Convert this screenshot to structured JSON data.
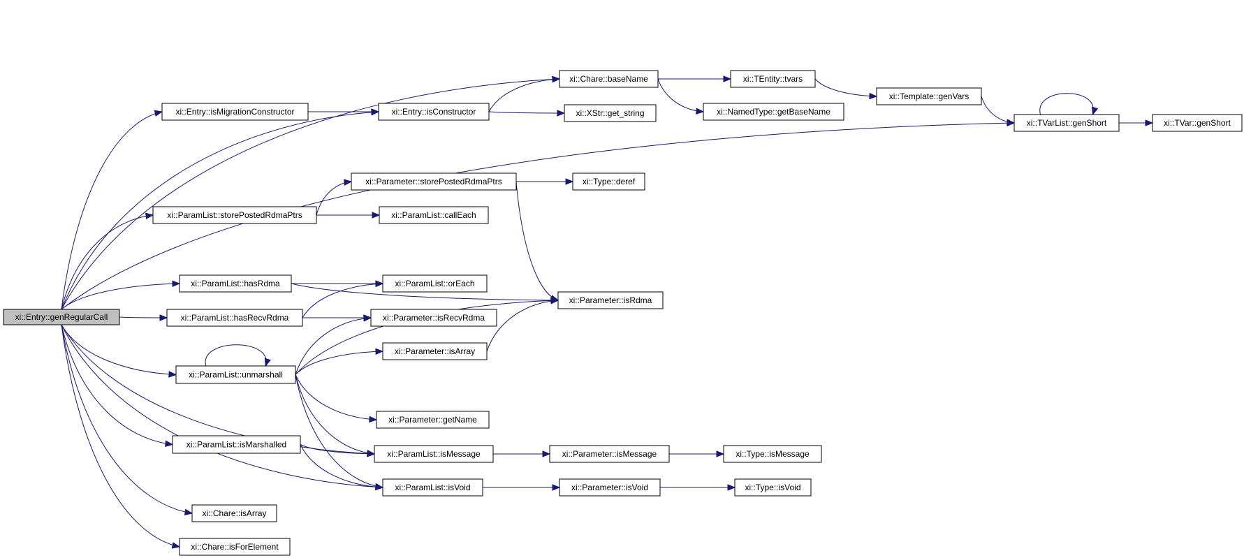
{
  "nodes": [
    {
      "id": "genRegularCall",
      "label": "xi::Entry::genRegularCall"
    },
    {
      "id": "isMigrationConstructor",
      "label": "xi::Entry::isMigrationConstructor"
    },
    {
      "id": "isConstructor",
      "label": "xi::Entry::isConstructor"
    },
    {
      "id": "charebaseName",
      "label": "xi::Chare::baseName"
    },
    {
      "id": "tvars",
      "label": "xi::TEntity::tvars"
    },
    {
      "id": "getBaseName",
      "label": "xi::NamedType::getBaseName"
    },
    {
      "id": "get_string",
      "label": "xi::XStr::get_string"
    },
    {
      "id": "genVars",
      "label": "xi::Template::genVars"
    },
    {
      "id": "tvarlistGenShort",
      "label": "xi::TVarList::genShort"
    },
    {
      "id": "tvarGenShort",
      "label": "xi::TVar::genShort"
    },
    {
      "id": "paramStorePosted",
      "label": "xi::Parameter::storePostedRdmaPtrs"
    },
    {
      "id": "deref",
      "label": "xi::Type::deref"
    },
    {
      "id": "listStorePosted",
      "label": "xi::ParamList::storePostedRdmaPtrs"
    },
    {
      "id": "callEach",
      "label": "xi::ParamList::callEach"
    },
    {
      "id": "hasRdma",
      "label": "xi::ParamList::hasRdma"
    },
    {
      "id": "orEach",
      "label": "xi::ParamList::orEach"
    },
    {
      "id": "isRdma",
      "label": "xi::Parameter::isRdma"
    },
    {
      "id": "hasRecvRdma",
      "label": "xi::ParamList::hasRecvRdma"
    },
    {
      "id": "isRecvRdma",
      "label": "xi::Parameter::isRecvRdma"
    },
    {
      "id": "paramIsArray",
      "label": "xi::Parameter::isArray"
    },
    {
      "id": "unmarshall",
      "label": "xi::ParamList::unmarshall"
    },
    {
      "id": "getName",
      "label": "xi::Parameter::getName"
    },
    {
      "id": "isMarshalled",
      "label": "xi::ParamList::isMarshalled"
    },
    {
      "id": "listIsMessage",
      "label": "xi::ParamList::isMessage"
    },
    {
      "id": "paramIsMessage",
      "label": "xi::Parameter::isMessage"
    },
    {
      "id": "typeIsMessage",
      "label": "xi::Type::isMessage"
    },
    {
      "id": "listIsVoid",
      "label": "xi::ParamList::isVoid"
    },
    {
      "id": "paramIsVoid",
      "label": "xi::Parameter::isVoid"
    },
    {
      "id": "typeIsVoid",
      "label": "xi::Type::isVoid"
    },
    {
      "id": "chareIsArray",
      "label": "xi::Chare::isArray"
    },
    {
      "id": "isForElement",
      "label": "xi::Chare::isForElement"
    }
  ],
  "edges": [
    {
      "from": "genRegularCall",
      "to": "charebaseName"
    },
    {
      "from": "genRegularCall",
      "to": "isMigrationConstructor"
    },
    {
      "from": "genRegularCall",
      "to": "isConstructor"
    },
    {
      "from": "genRegularCall",
      "to": "tvarlistGenShort"
    },
    {
      "from": "genRegularCall",
      "to": "listStorePosted"
    },
    {
      "from": "genRegularCall",
      "to": "hasRdma"
    },
    {
      "from": "genRegularCall",
      "to": "hasRecvRdma"
    },
    {
      "from": "genRegularCall",
      "to": "unmarshall"
    },
    {
      "from": "genRegularCall",
      "to": "listIsMessage"
    },
    {
      "from": "genRegularCall",
      "to": "isMarshalled"
    },
    {
      "from": "genRegularCall",
      "to": "listIsVoid"
    },
    {
      "from": "genRegularCall",
      "to": "chareIsArray"
    },
    {
      "from": "genRegularCall",
      "to": "isForElement"
    },
    {
      "from": "isMigrationConstructor",
      "to": "isConstructor"
    },
    {
      "from": "isConstructor",
      "to": "charebaseName"
    },
    {
      "from": "isConstructor",
      "to": "get_string"
    },
    {
      "from": "charebaseName",
      "to": "tvars"
    },
    {
      "from": "charebaseName",
      "to": "getBaseName"
    },
    {
      "from": "tvars",
      "to": "genVars"
    },
    {
      "from": "genVars",
      "to": "tvarlistGenShort"
    },
    {
      "from": "tvarlistGenShort",
      "to": "tvarlistGenShort"
    },
    {
      "from": "tvarlistGenShort",
      "to": "tvarGenShort"
    },
    {
      "from": "listStorePosted",
      "to": "paramStorePosted"
    },
    {
      "from": "listStorePosted",
      "to": "callEach"
    },
    {
      "from": "paramStorePosted",
      "to": "deref"
    },
    {
      "from": "paramStorePosted",
      "to": "isRdma"
    },
    {
      "from": "hasRdma",
      "to": "orEach"
    },
    {
      "from": "hasRdma",
      "to": "isRdma"
    },
    {
      "from": "hasRecvRdma",
      "to": "orEach"
    },
    {
      "from": "hasRecvRdma",
      "to": "isRecvRdma"
    },
    {
      "from": "unmarshall",
      "to": "unmarshall"
    },
    {
      "from": "unmarshall",
      "to": "isRecvRdma"
    },
    {
      "from": "unmarshall",
      "to": "paramIsArray"
    },
    {
      "from": "unmarshall",
      "to": "isRdma"
    },
    {
      "from": "unmarshall",
      "to": "getName"
    },
    {
      "from": "unmarshall",
      "to": "listIsMessage"
    },
    {
      "from": "unmarshall",
      "to": "listIsVoid"
    },
    {
      "from": "paramIsArray",
      "to": "isRdma"
    },
    {
      "from": "isMarshalled",
      "to": "listIsMessage"
    },
    {
      "from": "isMarshalled",
      "to": "listIsVoid"
    },
    {
      "from": "listIsMessage",
      "to": "paramIsMessage"
    },
    {
      "from": "paramIsMessage",
      "to": "typeIsMessage"
    },
    {
      "from": "listIsVoid",
      "to": "paramIsVoid"
    },
    {
      "from": "paramIsVoid",
      "to": "typeIsVoid"
    }
  ],
  "colors": {
    "edge": "#191970",
    "node_border": "#000000",
    "node_fill": "#ffffff",
    "root_fill": "#bfbfbf"
  }
}
